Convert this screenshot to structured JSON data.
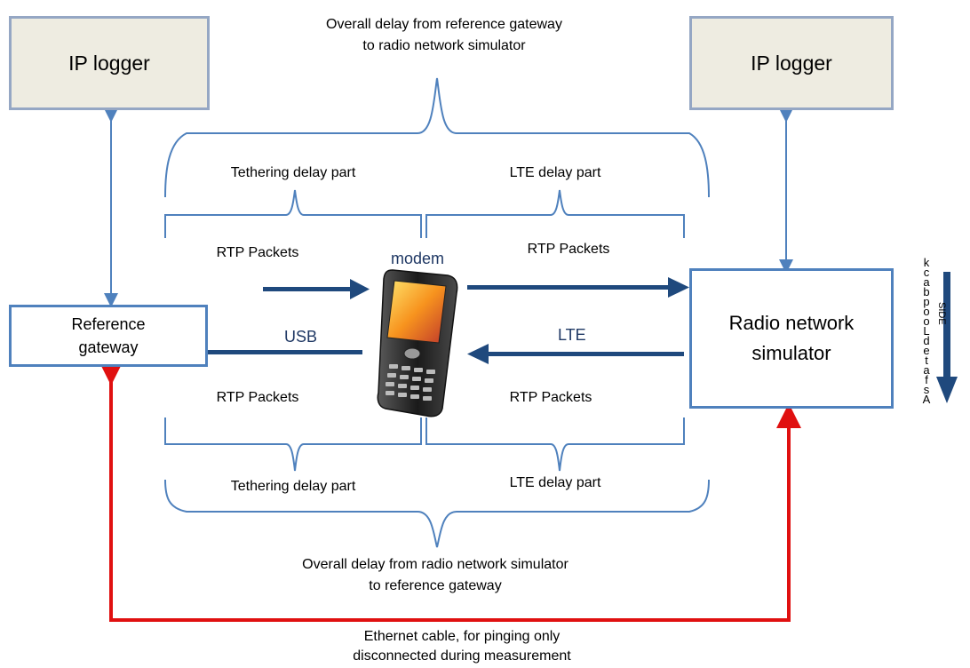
{
  "diagram": {
    "top_note": [
      "Overall delay from reference gateway",
      "to radio network simulator"
    ],
    "bottom_note": [
      "Overall delay from radio network simulator",
      "to reference gateway"
    ],
    "cable_note": [
      "Ethernet cable, for pinging only",
      "disconnected during measurement"
    ],
    "ip_logger_left": "IP logger",
    "ip_logger_right": "IP logger",
    "reference_gateway": [
      "Reference",
      "gateway"
    ],
    "radio_network_simulator": [
      "Radio network",
      "simulator"
    ],
    "modem_label": "modem",
    "usb_label": "USB",
    "lte_label": "LTE",
    "tethering_top": "Tethering delay part",
    "lte_delay_top": "LTE delay part",
    "tethering_bottom": "Tethering delay part",
    "lte_delay_bottom": "LTE delay part",
    "rtp_top_left": "RTP Packets",
    "rtp_top_right": "RTP Packets",
    "rtp_bottom_left": "RTP Packets",
    "rtp_bottom_right": "RTP Packets",
    "side_label_1": [
      "k",
      "c",
      "a",
      "b",
      "p",
      "o",
      "o",
      "L",
      "d",
      "e",
      "t",
      "a",
      "f",
      "s",
      "A"
    ],
    "side_label_2": "SIDE"
  },
  "colors": {
    "logger_fill": "#eeece1",
    "logger_border": "#95a7c4",
    "node_border": "#4f81bd",
    "brace": "#4f81bd",
    "arrow": "#1f497d",
    "ethernet": "#e01010"
  },
  "icons": [
    "phone-icon"
  ]
}
